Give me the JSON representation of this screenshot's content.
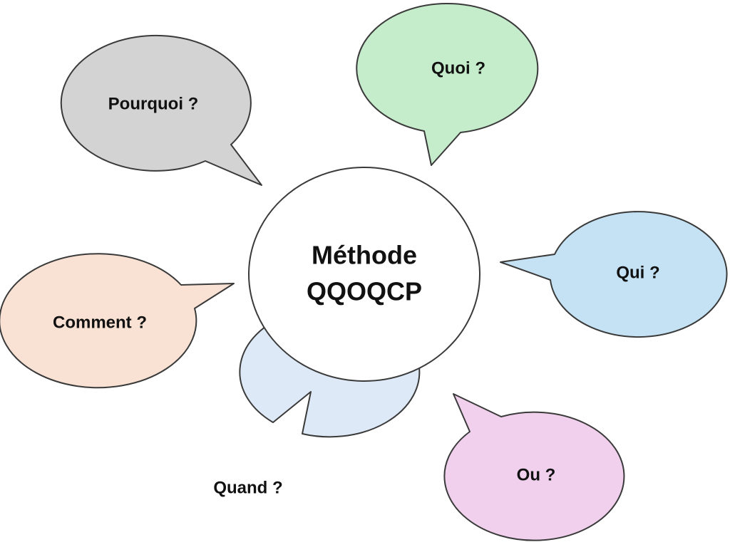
{
  "center": {
    "line1": "Méthode",
    "line2": "QQOQCP"
  },
  "bubbles": {
    "pourquoi": {
      "label": "Pourquoi ?",
      "color": "#d3d3d3"
    },
    "quoi": {
      "label": "Quoi ?",
      "color": "#c5eccb"
    },
    "qui": {
      "label": "Qui ?",
      "color": "#c4e2f3"
    },
    "ou": {
      "label": "Ou ?",
      "color": "#f0d0ec"
    },
    "quand": {
      "label": "Quand ?",
      "color": "#dde9f6"
    },
    "comment": {
      "label": "Comment ?",
      "color": "#f9e2d3"
    }
  }
}
